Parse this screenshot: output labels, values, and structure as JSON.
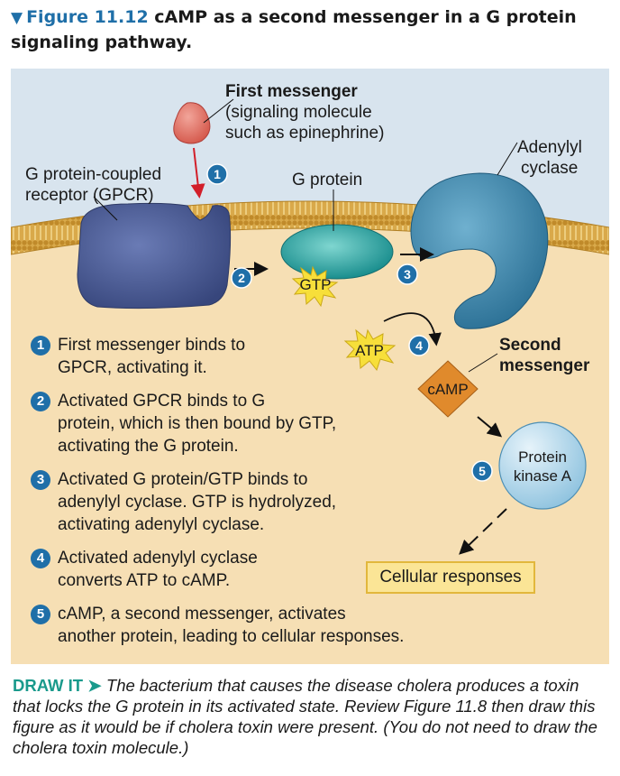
{
  "figure": {
    "number": "Figure 11.12",
    "title": "cAMP as a second messenger in a G protein signaling pathway."
  },
  "labels": {
    "first_messenger_title": "First messenger",
    "first_messenger_line1": "(signaling molecule",
    "first_messenger_line2": "such as epinephrine)",
    "gpcr_line1": "G protein-coupled",
    "gpcr_line2": "receptor (GPCR)",
    "g_protein": "G protein",
    "adenylyl_line1": "Adenylyl",
    "adenylyl_line2": "cyclase",
    "gtp": "GTP",
    "atp": "ATP",
    "camp": "cAMP",
    "second_messenger_line1": "Second",
    "second_messenger_line2": "messenger",
    "protein_kinase_line1": "Protein",
    "protein_kinase_line2": "kinase A",
    "cellular_responses": "Cellular responses"
  },
  "step_numbers": [
    "1",
    "2",
    "3",
    "4",
    "5"
  ],
  "steps": [
    {
      "num": "1",
      "line1": "First messenger binds to",
      "line2": "GPCR, activating it.",
      "line3": ""
    },
    {
      "num": "2",
      "line1": "Activated GPCR binds to G",
      "line2": "protein, which is then bound by GTP,",
      "line3": "activating the G protein."
    },
    {
      "num": "3",
      "line1": "Activated G protein/GTP binds to",
      "line2": "adenylyl cyclase. GTP is hydrolyzed,",
      "line3": "activating adenylyl cyclase."
    },
    {
      "num": "4",
      "line1": "Activated adenylyl cyclase",
      "line2": "converts ATP to cAMP.",
      "line3": ""
    },
    {
      "num": "5",
      "line1": "cAMP, a second messenger, activates",
      "line2": "another protein, leading to cellular responses.",
      "line3": ""
    }
  ],
  "draw_it": {
    "heading": "DRAW IT",
    "text": "The bacterium that causes the disease cholera produces a toxin that locks the G protein in its activated state. Review Figure 11.8 then draw this figure as it would be if cholera toxin were present. (You do not need to draw the cholera toxin molecule.)"
  },
  "colors": {
    "accent": "#1f6fa8",
    "extracellular": "#d8e4ee",
    "cytoplasm": "#f6dfb4",
    "membrane": "#c99a32",
    "gpcr": "#4a5a94",
    "g_protein": "#28a5a3",
    "adenylyl_cyclase": "#3f86aa",
    "camp": "#e08a2c",
    "burst": "#f7df3a",
    "draw_it": "#1a9a8c"
  }
}
